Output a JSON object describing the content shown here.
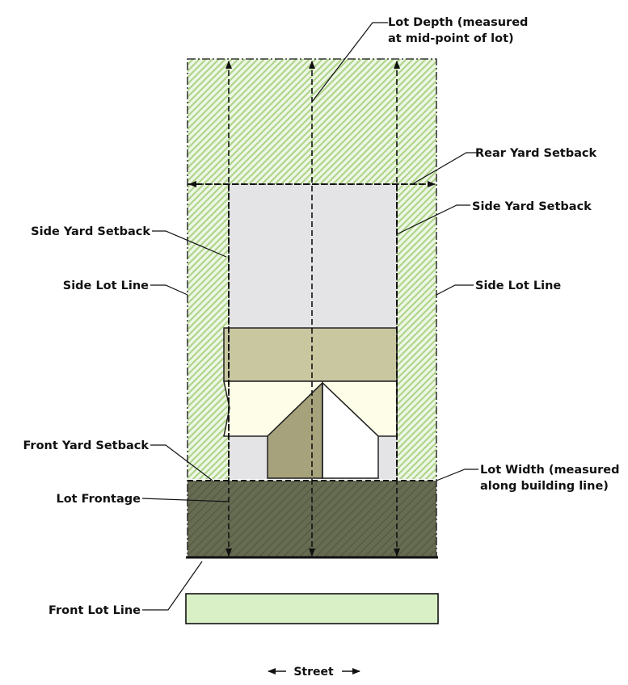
{
  "labels": {
    "lot_depth_line1": "Lot Depth (measured",
    "lot_depth_line2": "at mid-point of lot)",
    "rear_yard_setback": "Rear Yard Setback",
    "side_yard_setback_right": "Side Yard Setback",
    "side_yard_setback_left": "Side Yard Setback",
    "side_lot_line_left": "Side Lot Line",
    "side_lot_line_right": "Side Lot Line",
    "front_yard_setback": "Front Yard Setback",
    "lot_width_line1": "Lot Width (measured",
    "lot_width_line2": "along building line)",
    "lot_frontage": "Lot Frontage",
    "front_lot_line": "Front Lot Line",
    "street": "Street"
  },
  "colors": {
    "setback_hatch": "#b9dc98",
    "setback_bg": "#eef7e6",
    "buildable_area": "#e4e4e6",
    "front_yard_zone": "#646a50",
    "roof_main": "#c8c7a0",
    "house_cream": "#fdfde8",
    "porch_shade": "#a6a27c",
    "street_fill": "#d9f0c6",
    "line": "#111111"
  },
  "icons": {
    "street_left_arrow": "arrow-left-icon",
    "street_right_arrow": "arrow-right-icon"
  }
}
